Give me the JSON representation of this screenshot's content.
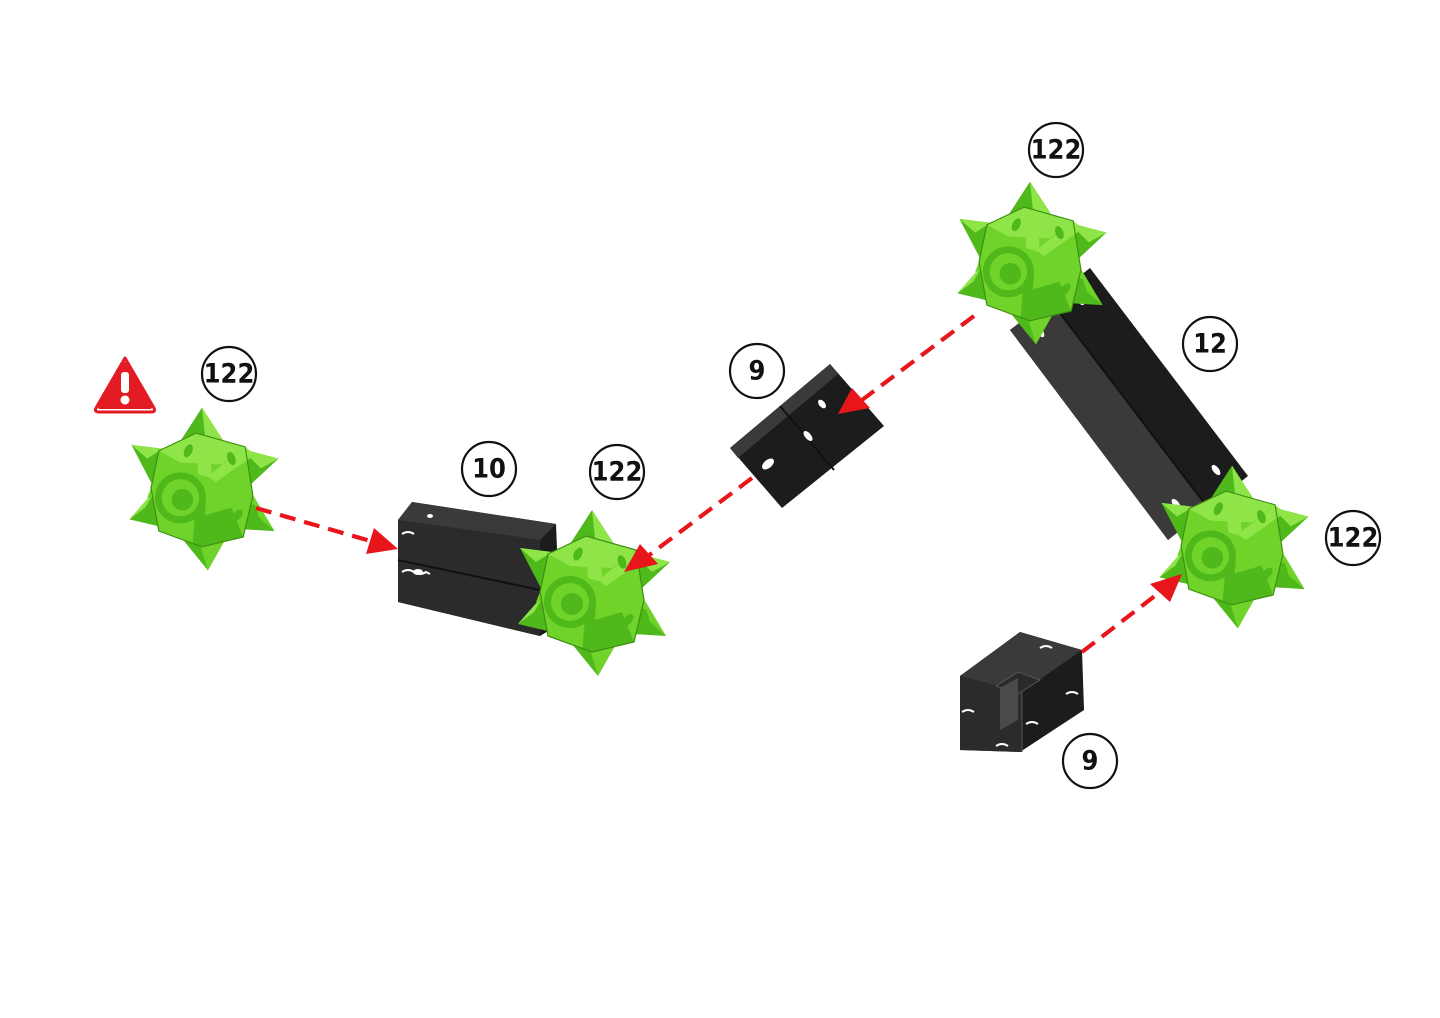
{
  "diagram": {
    "colors": {
      "connector": "#7bd82e",
      "beam": "#222222",
      "arrow": "#e8151b",
      "warning": "#e31b23"
    },
    "warning_icon": "warning-triangle-icon",
    "labels": {
      "connector_left": "122",
      "beam_10": "10",
      "connector_mid": "122",
      "beam_9_mid": "9",
      "connector_top": "122",
      "beam_12": "12",
      "connector_right": "122",
      "beam_9_bottom": "9"
    }
  }
}
